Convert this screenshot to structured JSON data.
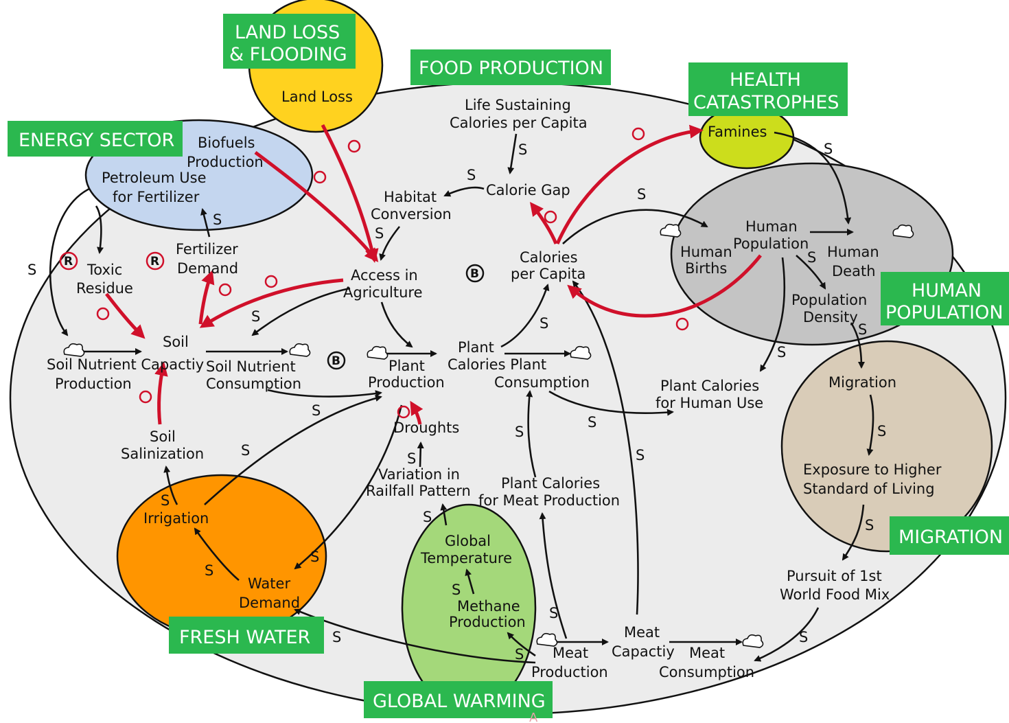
{
  "sections": {
    "land_loss_flooding": [
      "LAND LOSS",
      "& FLOODING"
    ],
    "food_production": [
      "FOOD PRODUCTION"
    ],
    "health_catastrophes": [
      "HEALTH",
      "CATASTROPHES"
    ],
    "energy_sector": [
      "ENERGY SECTOR"
    ],
    "human_population": [
      "HUMAN",
      "POPULATION"
    ],
    "migration": [
      "MIGRATION"
    ],
    "fresh_water": [
      "FRESH WATER"
    ],
    "global_warming": [
      "GLOBAL WARMING"
    ]
  },
  "nodes": {
    "land_loss": [
      "Land Loss"
    ],
    "life_sustaining": [
      "Life Sustaining",
      "Calories per Capita"
    ],
    "famines": [
      "Famines"
    ],
    "biofuels": [
      "Biofuels",
      "Production"
    ],
    "petroleum": [
      "Petroleum Use",
      "for Fertilizer"
    ],
    "calorie_gap": [
      "Calorie Gap"
    ],
    "habitat": [
      "Habitat",
      "Conversion"
    ],
    "human_population": [
      "Human",
      "Population"
    ],
    "human_births": [
      "Human",
      "Births"
    ],
    "human_death": [
      "Human",
      "Death"
    ],
    "toxic_residue": [
      "Toxic",
      "Residue"
    ],
    "fertilizer_demand": [
      "Fertilizer",
      "Demand"
    ],
    "access_agriculture": [
      "Access in",
      "Agriculture"
    ],
    "calories_per_capita": [
      "Calories",
      "per Capita"
    ],
    "population_density": [
      "Population",
      "Density"
    ],
    "soil": [
      "Soil"
    ],
    "soil_nutrient_production": [
      "Soil Nutrient Capactiy",
      "Production"
    ],
    "soil_nutrient_consumption": [
      "Soil Nutrient",
      "Consumption"
    ],
    "plant": [
      "Plant"
    ],
    "plant_production": [
      "Plant",
      "Production"
    ],
    "plant_calories_consumption": [
      "Calories   Plant",
      "Consumption"
    ],
    "plant_calories_human": [
      "Plant Calories",
      "for Human Use"
    ],
    "migration_node": [
      "Migration"
    ],
    "droughts": [
      "Droughts"
    ],
    "soil_salinization": [
      "Soil",
      "Salinization"
    ],
    "variation_rainfall": [
      "Variation in",
      "Railfall Pattern"
    ],
    "plant_calories_meat": [
      "Plant Calories",
      "for Meat Production"
    ],
    "exposure": [
      "Exposure to Higher",
      "Standard of Living"
    ],
    "irrigation": [
      "Irrigation"
    ],
    "global_temperature": [
      "Global",
      "Temperature"
    ],
    "pursuit": [
      "Pursuit of 1st",
      "World Food Mix"
    ],
    "water_demand": [
      "Water",
      "Demand"
    ],
    "methane": [
      "Methane",
      "Production"
    ],
    "meat": [
      "Meat"
    ],
    "meat_capacity": [
      "Capactiy"
    ],
    "meat_production": [
      "Meat",
      "Production"
    ],
    "meat_consumption": [
      "Meat",
      "Consumption"
    ]
  },
  "loop_labels": {
    "reinforcing": "R",
    "balancing": "B"
  },
  "polarity": {
    "same": "S",
    "opposite": "O"
  },
  "stray_mark": "A",
  "colors": {
    "section_green": "#2bb84f",
    "link_red": "#d0102a",
    "system_fill": "#ececec",
    "land_loss_yellow": "#ffd21f",
    "health_yellowgreen": "#ccdd1c",
    "energy_blue": "#c4d6ef",
    "population_gray": "#c4c4c4",
    "migration_tan": "#d9ccb8",
    "fresh_water_orange": "#ff9500",
    "global_warming_green": "#a4d87a"
  }
}
